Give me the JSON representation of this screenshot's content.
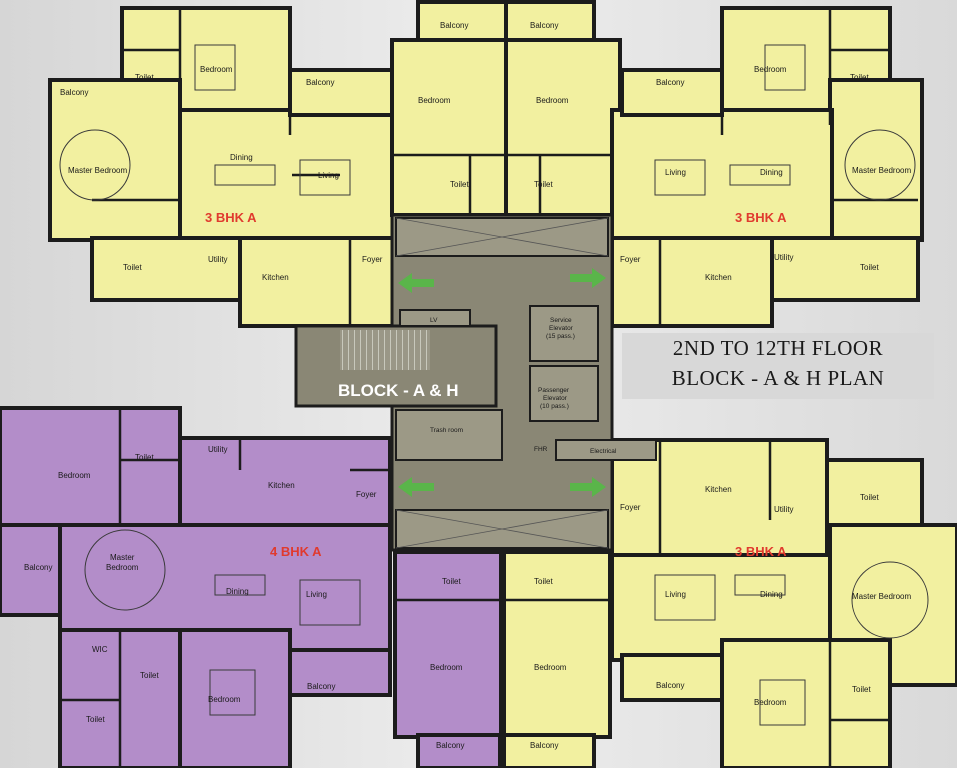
{
  "title": {
    "line1": "2ND TO 12TH FLOOR",
    "line2": "BLOCK - A & H  PLAN"
  },
  "core_label": "BLOCK - A & H",
  "units": {
    "tl": "3 BHK A",
    "tr": "3 BHK A",
    "bl": "4 BHK A",
    "br": "3 BHK A"
  },
  "rooms": {
    "balcony": "Balcony",
    "bedroom": "Bedroom",
    "master_bedroom": "Master Bedroom",
    "master": "Master",
    "toilet": "Toilet",
    "dining": "Dining",
    "living": "Living",
    "kitchen": "Kitchen",
    "utility": "Utility",
    "foyer": "Foyer",
    "wic": "WIC"
  },
  "core_rooms": {
    "lv": "LV",
    "service_elevator": "Service",
    "service_elevator_2": "Elevator",
    "service_elevator_cap": "(15 pass.)",
    "passenger_elevator": "Passenger",
    "passenger_elevator_2": "Elevator",
    "passenger_elevator_cap": "(10 pass.)",
    "trash_room": "Trash room",
    "fhr": "FHR",
    "electrical": "Electrical"
  },
  "colors": {
    "background": "#e4e4e4",
    "yellow_unit": "#f2f0a0",
    "purple_unit": "#b38dc9",
    "core": "#8a8775",
    "wall": "#1c1c1c",
    "unit_label": "#e03a2e",
    "arrow": "#5ab54a"
  }
}
